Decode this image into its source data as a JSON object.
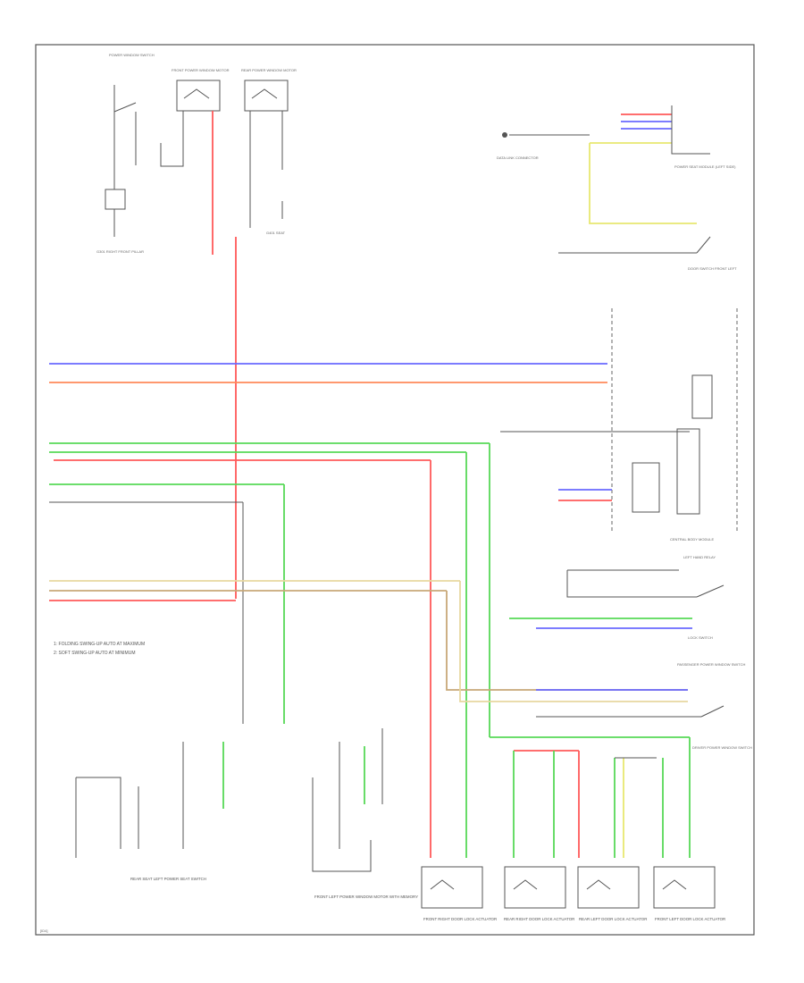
{
  "footer": {
    "code": "[ID4]"
  },
  "notes": [
    "1: FOLDING SWING-UP AUTO AT MAXIMUM",
    "2: SOFT SWING-UP AUTO AT MINIMUM"
  ],
  "colors": {
    "red": "#ff5a5a",
    "blue": "#6a6aff",
    "green": "#57d957",
    "orange": "#ff8a5a",
    "yellow": "#e8e870",
    "gray": "#777777",
    "frame": "#555555"
  },
  "labels": {
    "top_switch_a": "POWER WINDOW SWITCH",
    "top_switch_b": "FRONT POWER WINDOW MOTOR",
    "top_switch_c": "REAR POWER WINDOW MOTOR",
    "ground_a": "G301 RIGHT FRONT PILLAR",
    "ground_b": "G401 SEAT",
    "right_module": "POWER SEAT MODULE (LEFT SIDE)",
    "right_connector": "DATA LINK CONNECTOR",
    "door_switch": "DOOR SWITCH FRONT LEFT",
    "central_module": "CENTRAL BODY MODULE",
    "lh_relay": "LEFT HAND RELAY",
    "lock_switch": "LOCK SWITCH",
    "passenger_switch": "PASSENGER POWER WINDOW SWITCH",
    "driver_switch": "DRIVER POWER WINDOW SWITCH",
    "bottom_left_1": "REAR SEAT LEFT POWER SEAT SWITCH",
    "bottom_left_2": "FRONT LEFT POWER WINDOW MOTOR WITH MEMORY",
    "bottom_m1": "FRONT RIGHT DOOR LOCK ACTUATOR",
    "bottom_m2": "REAR RIGHT DOOR LOCK ACTUATOR",
    "bottom_m3": "REAR LEFT DOOR LOCK ACTUATOR",
    "bottom_m4": "FRONT LEFT DOOR LOCK ACTUATOR"
  }
}
